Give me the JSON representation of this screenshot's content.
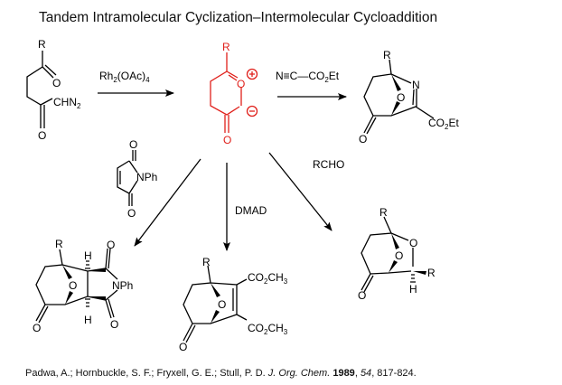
{
  "title": "Tandem Intramolecular Cyclization–Intermolecular Cycloaddition",
  "colors": {
    "intermediate": "#e0201b",
    "ink": "#000000"
  },
  "reagents": {
    "rh": [
      "Rh",
      "2",
      "(OAc)",
      "4"
    ],
    "nitrile": [
      "N≡C—CO",
      "2",
      "Et"
    ],
    "dmad": "DMAD",
    "rcho": "RCHO",
    "maleimide_nph": "NPh"
  },
  "atoms": {
    "R": "R",
    "O": "O",
    "N": "N",
    "H": "H",
    "chn2": [
      "CHN",
      "2"
    ],
    "co2et": [
      "CO",
      "2",
      "Et"
    ],
    "co2ch3": [
      "CO",
      "2",
      "CH",
      "3"
    ],
    "nph": "NPh",
    "plus": "+",
    "minus": "−"
  },
  "citation": {
    "authors": "Padwa, A.; Hornbuckle, S. F.; Fryxell, G. E.; Stull, P. D. ",
    "journal": "J. Org. Chem.",
    "year": "1989",
    "volume": "54",
    "pages": ", 817-824."
  }
}
